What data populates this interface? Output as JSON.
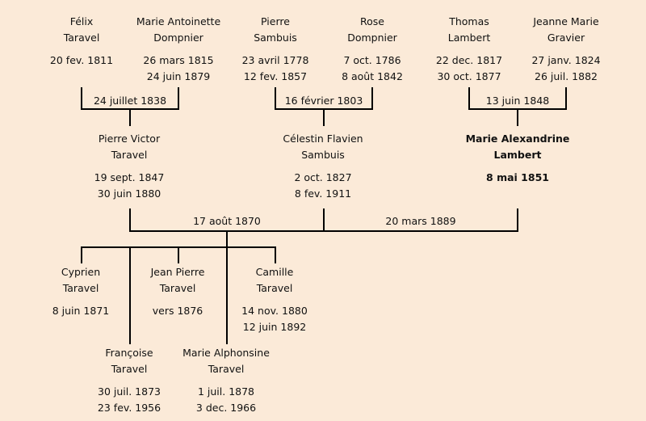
{
  "people": {
    "felix": {
      "first": "Félix",
      "last": "Taravel",
      "birth": "20 fev. 1811",
      "death": ""
    },
    "marie_antoinette": {
      "first": "Marie Antoinette",
      "last": "Dompnier",
      "birth": "26 mars 1815",
      "death": "24 juin 1879"
    },
    "pierre": {
      "first": "Pierre",
      "last": "Sambuis",
      "birth": "23 avril 1778",
      "death": "12 fev. 1857"
    },
    "rose": {
      "first": "Rose",
      "last": "Dompnier",
      "birth": "7 oct. 1786",
      "death": "8 août 1842"
    },
    "thomas": {
      "first": "Thomas",
      "last": "Lambert",
      "birth": "22 dec. 1817",
      "death": "30 oct. 1877"
    },
    "jeanne_marie": {
      "first": "Jeanne Marie",
      "last": "Gravier",
      "birth": "27 janv. 1824",
      "death": "26 juil. 1882"
    },
    "pierre_victor": {
      "first": "Pierre Victor",
      "last": "Taravel",
      "birth": "19 sept. 1847",
      "death": "30 juin 1880"
    },
    "celestin": {
      "first": "Célestin Flavien",
      "last": "Sambuis",
      "birth": "2 oct. 1827",
      "death": "8 fev. 1911"
    },
    "marie_alexandrine": {
      "first": "Marie Alexandrine",
      "last": "Lambert",
      "birth": "8 mai 1851",
      "death": ""
    },
    "cyprien": {
      "first": "Cyprien",
      "last": "Taravel",
      "birth": "8 juin 1871",
      "death": ""
    },
    "jean_pierre": {
      "first": "Jean Pierre",
      "last": "Taravel",
      "birth": "vers 1876",
      "death": ""
    },
    "camille": {
      "first": "Camille",
      "last": "Taravel",
      "birth": "14 nov. 1880",
      "death": "12 juin 1892"
    },
    "francoise": {
      "first": "Françoise",
      "last": "Taravel",
      "birth": "30 juil. 1873",
      "death": "23 fev. 1956"
    },
    "marie_alphonsine": {
      "first": "Marie Alphonsine",
      "last": "Taravel",
      "birth": "1 juil. 1878",
      "death": "3 dec. 1966"
    }
  },
  "marriages": {
    "felix_marie": "24 juillet 1838",
    "pierre_rose": "16 février 1803",
    "thomas_jeanne": "13 juin 1848",
    "pierre_victor_marie": "17 août 1870",
    "celestin_marie": "20 mars 1889"
  }
}
